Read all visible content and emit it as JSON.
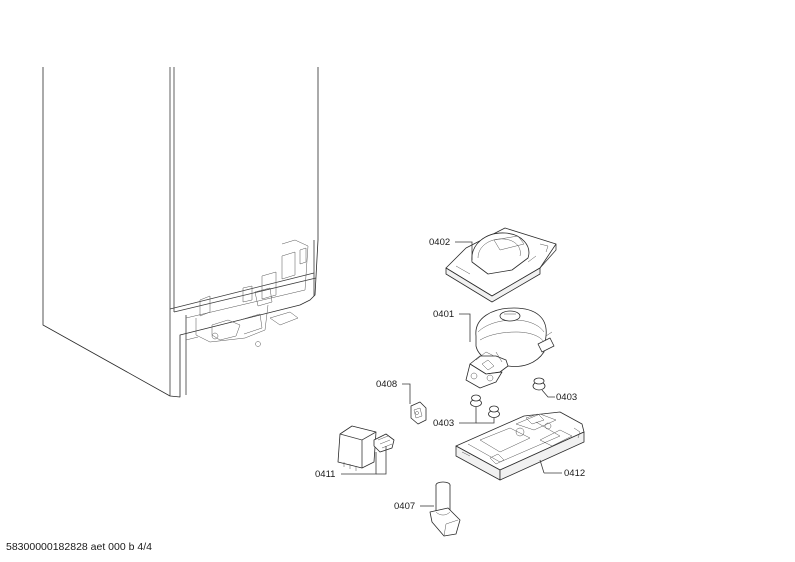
{
  "labels": {
    "p0402": "0402",
    "p0401": "0401",
    "p0408": "0408",
    "p0403a": "0403",
    "p0403b": "0403",
    "p0411": "0411",
    "p0412": "0412",
    "p0407": "0407"
  },
  "footer": "58300000182828 aet 000 b 4/4"
}
